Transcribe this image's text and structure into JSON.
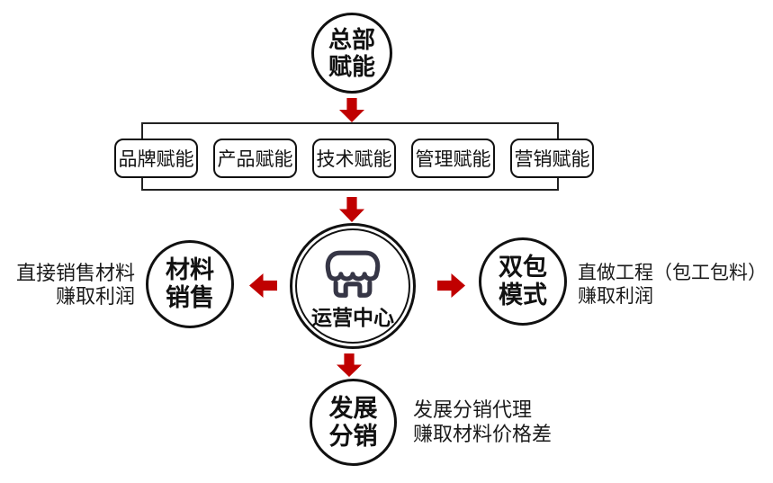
{
  "colors": {
    "arrow_red": "#c00000",
    "outline_black": "#111111",
    "icon_navy": "#363646",
    "background": "#ffffff"
  },
  "top_node": {
    "line1": "总部",
    "line2": "赋能"
  },
  "empowerment_boxes": [
    "品牌赋能",
    "产品赋能",
    "技术赋能",
    "管理赋能",
    "营销赋能"
  ],
  "center_node": {
    "label": "运营中心",
    "icon": "storefront-icon"
  },
  "left_branch": {
    "node_line1": "材料",
    "node_line2": "销售",
    "desc_line1": "直接销售材料",
    "desc_line2": "赚取利润"
  },
  "right_branch": {
    "node_line1": "双包",
    "node_line2": "模式",
    "desc_line1": "直做工程（包工包料）",
    "desc_line2": "赚取利润"
  },
  "bottom_branch": {
    "node_line1": "发展",
    "node_line2": "分销",
    "desc_line1": "发展分销代理",
    "desc_line2": "赚取材料价格差"
  }
}
